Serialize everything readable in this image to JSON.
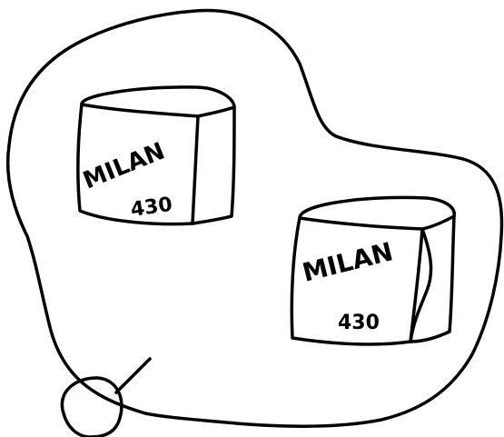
{
  "eraser_left": {
    "brand": "MILAN",
    "number": "430"
  },
  "eraser_right": {
    "brand": "MILAN",
    "number": "430"
  },
  "colors": {
    "ink": "#000000",
    "paper": "#ffffff"
  }
}
